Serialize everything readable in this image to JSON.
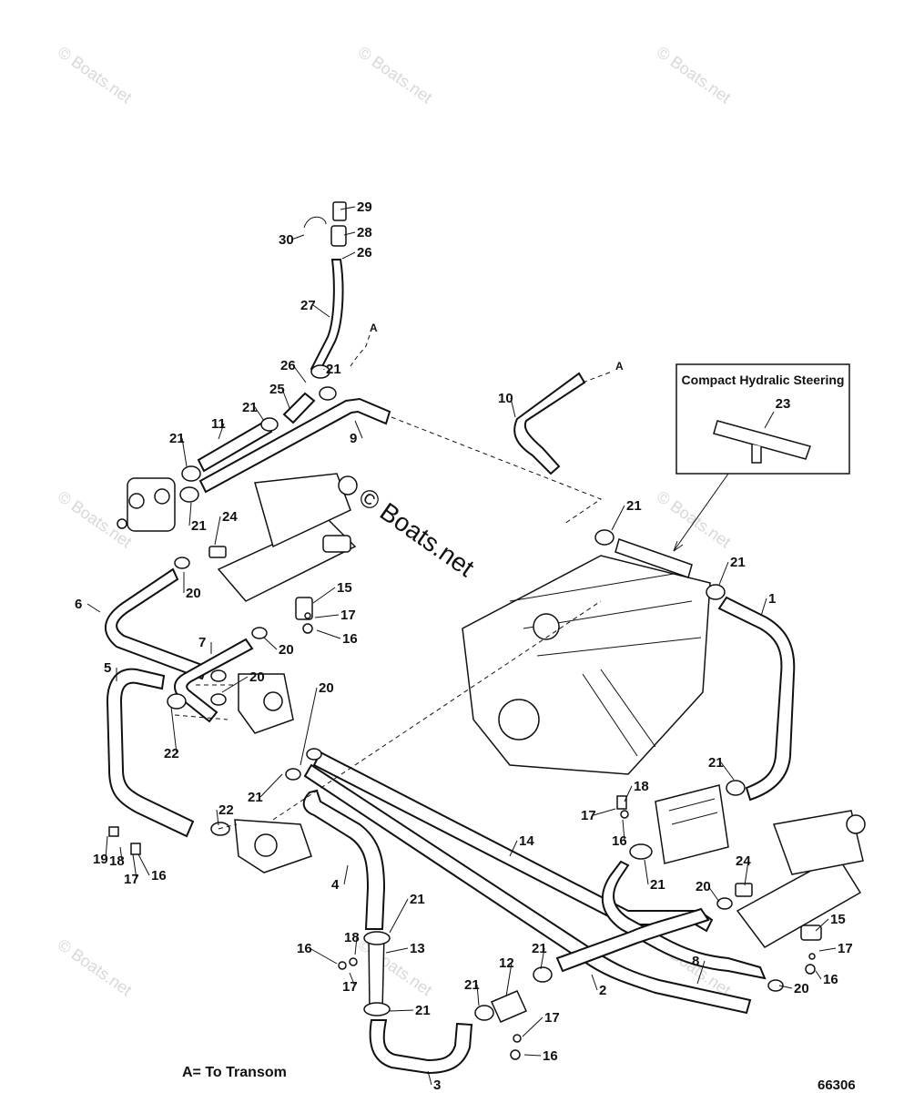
{
  "watermark_text": "© Boats.net",
  "center_watermark": "© Boats.net",
  "inset": {
    "title": "Compact Hydralic Steering",
    "part": "23"
  },
  "footer": {
    "legend": "A= To Transom",
    "diagram_number": "66306"
  },
  "transom_marker": "A",
  "callouts": [
    {
      "id": "c29",
      "text": "29"
    },
    {
      "id": "c30",
      "text": "30"
    },
    {
      "id": "c28",
      "text": "28"
    },
    {
      "id": "c26a",
      "text": "26"
    },
    {
      "id": "c27",
      "text": "27"
    },
    {
      "id": "c26b",
      "text": "26"
    },
    {
      "id": "c25",
      "text": "25"
    },
    {
      "id": "c21a",
      "text": "21"
    },
    {
      "id": "c21b",
      "text": "21"
    },
    {
      "id": "c11",
      "text": "11"
    },
    {
      "id": "c9",
      "text": "9"
    },
    {
      "id": "c21c",
      "text": "21"
    },
    {
      "id": "c21d",
      "text": "21"
    },
    {
      "id": "c24a",
      "text": "24"
    },
    {
      "id": "c10",
      "text": "10"
    },
    {
      "id": "c21e",
      "text": "21"
    },
    {
      "id": "c21f",
      "text": "21"
    },
    {
      "id": "c1",
      "text": "1"
    },
    {
      "id": "c20a",
      "text": "20"
    },
    {
      "id": "c6",
      "text": "6"
    },
    {
      "id": "c15a",
      "text": "15"
    },
    {
      "id": "c17a",
      "text": "17"
    },
    {
      "id": "c16a",
      "text": "16"
    },
    {
      "id": "c7",
      "text": "7"
    },
    {
      "id": "c20b",
      "text": "20"
    },
    {
      "id": "c5",
      "text": "5"
    },
    {
      "id": "c20c",
      "text": "20"
    },
    {
      "id": "c22a",
      "text": "22"
    },
    {
      "id": "c20d",
      "text": "20"
    },
    {
      "id": "c21g",
      "text": "21"
    },
    {
      "id": "c18a",
      "text": "18"
    },
    {
      "id": "c17b",
      "text": "17"
    },
    {
      "id": "c16b",
      "text": "16"
    },
    {
      "id": "c22b",
      "text": "22"
    },
    {
      "id": "c21h",
      "text": "21"
    },
    {
      "id": "c14",
      "text": "14"
    },
    {
      "id": "c19",
      "text": "19"
    },
    {
      "id": "c18b",
      "text": "18"
    },
    {
      "id": "c17c",
      "text": "17"
    },
    {
      "id": "c16c",
      "text": "16"
    },
    {
      "id": "c4",
      "text": "4"
    },
    {
      "id": "c21i",
      "text": "21"
    },
    {
      "id": "c24b",
      "text": "24"
    },
    {
      "id": "c20e",
      "text": "20"
    },
    {
      "id": "c21j",
      "text": "21"
    },
    {
      "id": "c15b",
      "text": "15"
    },
    {
      "id": "c17d",
      "text": "17"
    },
    {
      "id": "c16d",
      "text": "16"
    },
    {
      "id": "c13",
      "text": "13"
    },
    {
      "id": "c16e",
      "text": "16"
    },
    {
      "id": "c18c",
      "text": "18"
    },
    {
      "id": "c17e",
      "text": "17"
    },
    {
      "id": "c12",
      "text": "12"
    },
    {
      "id": "c21k",
      "text": "21"
    },
    {
      "id": "c2",
      "text": "2"
    },
    {
      "id": "c8",
      "text": "8"
    },
    {
      "id": "c20f",
      "text": "20"
    },
    {
      "id": "c21l",
      "text": "21"
    },
    {
      "id": "c21m",
      "text": "21"
    },
    {
      "id": "c17f",
      "text": "17"
    },
    {
      "id": "c16f",
      "text": "16"
    },
    {
      "id": "c3",
      "text": "3"
    }
  ]
}
